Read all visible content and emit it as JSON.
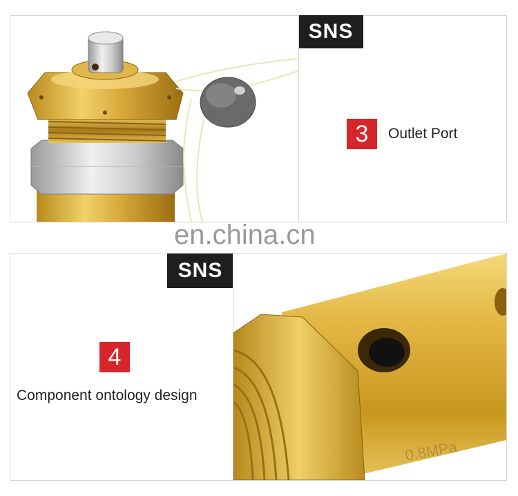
{
  "panels": {
    "top": {
      "logo": "SNS",
      "feature_number": "3",
      "feature_label": "Outlet Port"
    },
    "bottom": {
      "logo": "SNS",
      "feature_number": "4",
      "feature_label": "Component ontology design"
    }
  },
  "watermark": "en.china.cn",
  "colors": {
    "badge_red": "#d6262b",
    "logo_black": "#1e1e1e",
    "brass": "#d9ae3a"
  }
}
